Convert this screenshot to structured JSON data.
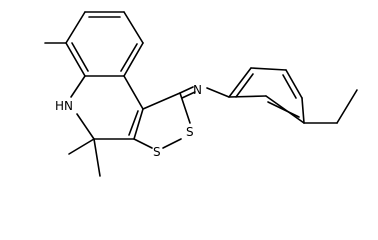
{
  "colors": {
    "bond": "#000000",
    "background": "#ffffff"
  },
  "atom_labels": {
    "amine_nh": "HN",
    "imine_n": "N",
    "sulfur_upper": "S",
    "sulfur_lower": "S"
  }
}
